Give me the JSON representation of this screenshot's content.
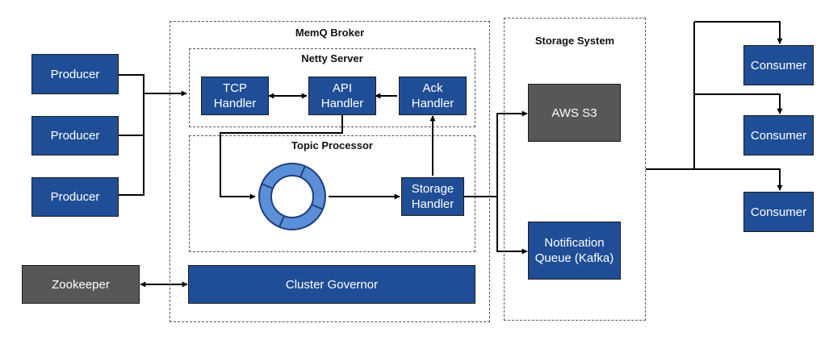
{
  "colors": {
    "component_blue": "#1f4e96",
    "external_gray": "#575757",
    "ring_blue": "#5b8fd8"
  },
  "broker": {
    "title": "MemQ Broker",
    "netty": {
      "title": "Netty Server",
      "tcp_handler": "TCP\nHandler",
      "api_handler": "API\nHandler",
      "ack_handler": "Ack\nHandler"
    },
    "topic_processor": {
      "title": "Topic Processor",
      "ring_buffer_icon": "ring-buffer-icon",
      "storage_handler": "Storage\nHandler"
    },
    "cluster_governor": "Cluster Governor"
  },
  "producers": [
    "Producer",
    "Producer",
    "Producer"
  ],
  "zookeeper": "Zookeeper",
  "storage_system": {
    "title": "Storage System",
    "aws_s3": "AWS S3",
    "notification_queue": "Notification\nQueue (Kafka)"
  },
  "consumers": [
    "Consumer",
    "Consumer",
    "Consumer"
  ]
}
